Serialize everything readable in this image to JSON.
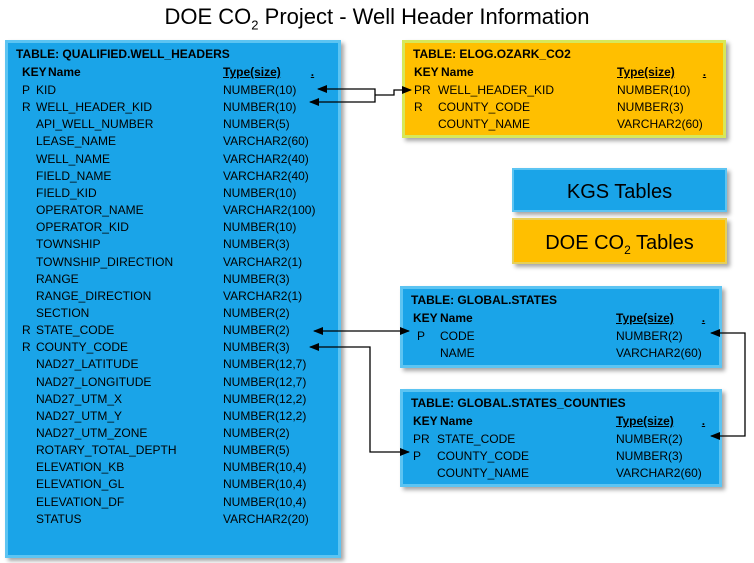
{
  "title": {
    "prefix": "DOE CO",
    "sub": "2",
    "suffix": " Project - Well Header Information"
  },
  "columns": {
    "key": "KEY",
    "name": "Name",
    "type": "Type(size)",
    "dot": "."
  },
  "well_headers": {
    "name": "TABLE: QUALIFIED.WELL_HEADERS",
    "rows": [
      {
        "key": "P",
        "name": "KID",
        "type": "NUMBER(10)"
      },
      {
        "key": "R",
        "name": "WELL_HEADER_KID",
        "type": "NUMBER(10)"
      },
      {
        "key": "",
        "name": "API_WELL_NUMBER",
        "type": "NUMBER(5)"
      },
      {
        "key": "",
        "name": "LEASE_NAME",
        "type": "VARCHAR2(60)"
      },
      {
        "key": "",
        "name": "WELL_NAME",
        "type": "VARCHAR2(40)"
      },
      {
        "key": "",
        "name": "FIELD_NAME",
        "type": "VARCHAR2(40)"
      },
      {
        "key": "",
        "name": "FIELD_KID",
        "type": "NUMBER(10)"
      },
      {
        "key": "",
        "name": "OPERATOR_NAME",
        "type": "VARCHAR2(100)"
      },
      {
        "key": "",
        "name": "OPERATOR_KID",
        "type": "NUMBER(10)"
      },
      {
        "key": "",
        "name": "TOWNSHIP",
        "type": "NUMBER(3)"
      },
      {
        "key": "",
        "name": "TOWNSHIP_DIRECTION",
        "type": "VARCHAR2(1)"
      },
      {
        "key": "",
        "name": "RANGE",
        "type": "NUMBER(3)"
      },
      {
        "key": "",
        "name": "RANGE_DIRECTION",
        "type": "VARCHAR2(1)"
      },
      {
        "key": "",
        "name": "SECTION",
        "type": "NUMBER(2)"
      },
      {
        "key": "R",
        "name": "STATE_CODE",
        "type": "NUMBER(2)"
      },
      {
        "key": "R",
        "name": "COUNTY_CODE",
        "type": "NUMBER(3)"
      },
      {
        "key": "",
        "name": "NAD27_LATITUDE",
        "type": "NUMBER(12,7)"
      },
      {
        "key": "",
        "name": "NAD27_LONGITUDE",
        "type": "NUMBER(12,7)"
      },
      {
        "key": "",
        "name": "NAD27_UTM_X",
        "type": "NUMBER(12,2)"
      },
      {
        "key": "",
        "name": "NAD27_UTM_Y",
        "type": "NUMBER(12,2)"
      },
      {
        "key": "",
        "name": "NAD27_UTM_ZONE",
        "type": "NUMBER(2)"
      },
      {
        "key": "",
        "name": "ROTARY_TOTAL_DEPTH",
        "type": "NUMBER(5)"
      },
      {
        "key": "",
        "name": "ELEVATION_KB",
        "type": "NUMBER(10,4)"
      },
      {
        "key": "",
        "name": "ELEVATION_GL",
        "type": "NUMBER(10,4)"
      },
      {
        "key": "",
        "name": "ELEVATION_DF",
        "type": "NUMBER(10,4)"
      },
      {
        "key": "",
        "name": "STATUS",
        "type": "VARCHAR2(20)"
      }
    ]
  },
  "ozark": {
    "name": "TABLE: ELOG.OZARK_CO2",
    "rows": [
      {
        "key": "PR",
        "name": "WELL_HEADER_KID",
        "type": "NUMBER(10)"
      },
      {
        "key": "R",
        "name": "COUNTY_CODE",
        "type": "NUMBER(3)"
      },
      {
        "key": "",
        "name": "COUNTY_NAME",
        "type": "VARCHAR2(60)"
      }
    ]
  },
  "states": {
    "name": "TABLE: GLOBAL.STATES",
    "rows": [
      {
        "key": "P",
        "name": "CODE",
        "type": "NUMBER(2)"
      },
      {
        "key": "",
        "name": "NAME",
        "type": "VARCHAR2(60)"
      }
    ]
  },
  "counties": {
    "name": "TABLE: GLOBAL.STATES_COUNTIES",
    "rows": [
      {
        "key": "PR",
        "name": "STATE_CODE",
        "type": "NUMBER(2)"
      },
      {
        "key": "P",
        "name": "COUNTY_CODE",
        "type": "NUMBER(3)"
      },
      {
        "key": "",
        "name": "COUNTY_NAME",
        "type": "VARCHAR2(60)"
      }
    ]
  },
  "legend": {
    "kgs": "KGS Tables",
    "doe_prefix": "DOE CO",
    "doe_sub": "2",
    "doe_suffix": " Tables"
  },
  "colors": {
    "kgs_blue": "#1aa4e8",
    "doe_orange": "#ffbf00"
  }
}
